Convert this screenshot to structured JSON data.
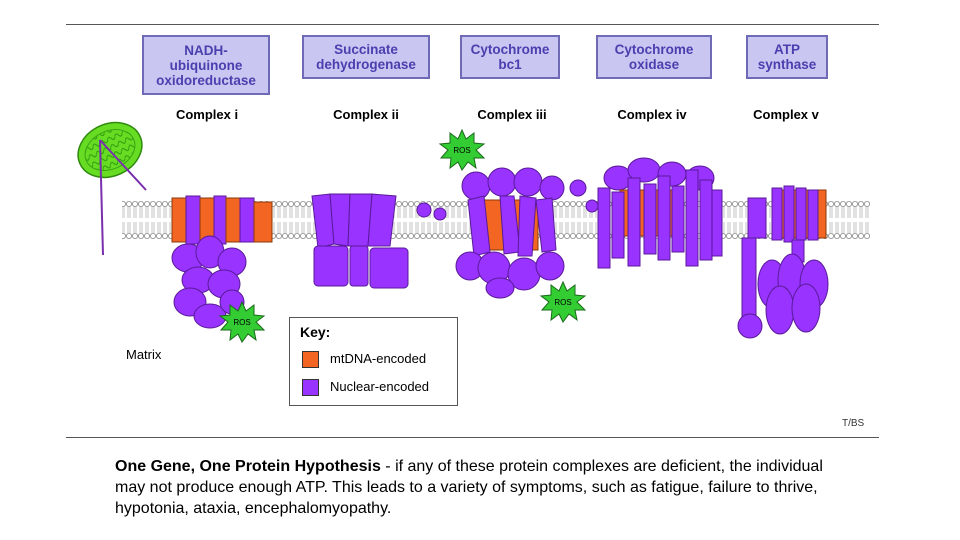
{
  "complexes": [
    {
      "name": "NADH-\nubiquinone\noxidoreductase",
      "label": "Complex i"
    },
    {
      "name": "Succinate\ndehydrogenase",
      "label": "Complex ii"
    },
    {
      "name": "Cytochrome\nbc1",
      "label": "Complex iii"
    },
    {
      "name": "Cytochrome\noxidase",
      "label": "Complex iv"
    },
    {
      "name": "ATP\nsynthase",
      "label": "Complex v"
    }
  ],
  "ros_label": "ROS",
  "matrix_label": "Matrix",
  "key": {
    "title": "Key:",
    "items": [
      {
        "label": "mtDNA-encoded",
        "color": "#f26522"
      },
      {
        "label": "Nuclear-encoded",
        "color": "#9933ff"
      }
    ]
  },
  "credit": "T/BS",
  "caption": {
    "bold": "One Gene, One Protein Hypothesis",
    "text": " -  if any of these protein complexes are deficient, the individual may not produce enough ATP.  This leads to a variety of symptoms, such as fatigue, failure to thrive, hypotonia, ataxia, encephalomyopathy."
  },
  "colors": {
    "mtdna": "#f26522",
    "nuclear": "#9933ff",
    "nuclear_stroke": "#5a1a9a",
    "ros": "#33cc33",
    "mito": "#66dd22",
    "lipid": "#bbbbbb"
  }
}
